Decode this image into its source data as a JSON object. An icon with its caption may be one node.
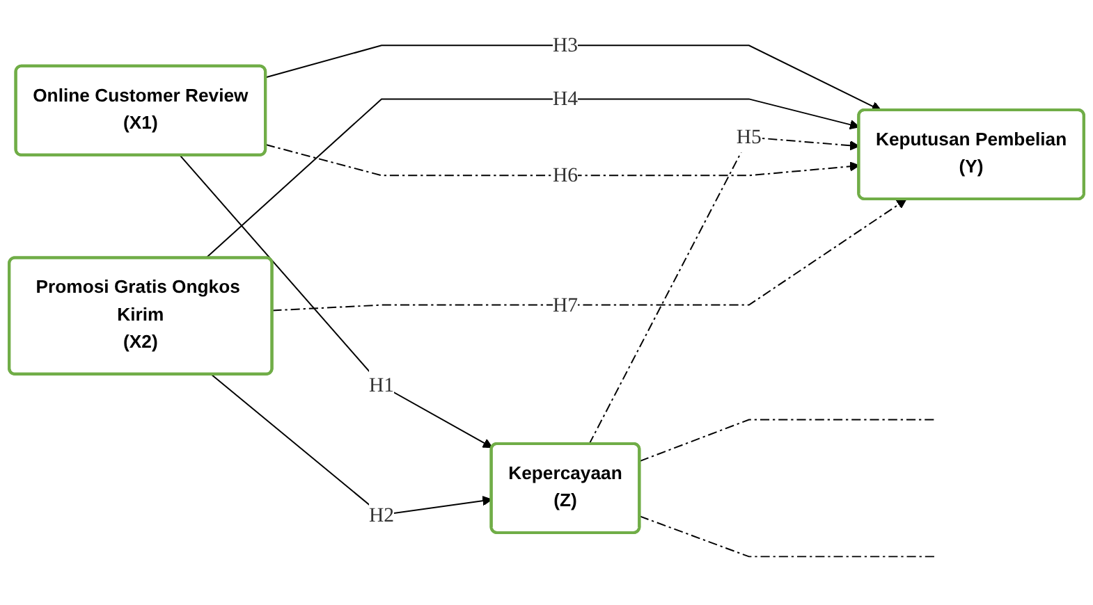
{
  "diagram": {
    "nodes": [
      {
        "text": [
          "Online Customer Review",
          "(X1)"
        ]
      },
      {
        "text": [
          "Kepercayaan",
          "(Z)"
        ]
      },
      {
        "text": [
          "Promosi Gratis Ongkos Kirim",
          "(X2)"
        ]
      },
      {
        "text": [
          "Keputusan Pembelian",
          "(Y)"
        ]
      }
    ],
    "edges": [
      {
        "from": 0,
        "to": 1,
        "arrow": "to",
        "label": "H1"
      },
      {
        "from": 2,
        "to": 1,
        "arrow": "to",
        "label": "H2"
      },
      {
        "from": 0,
        "to": 3,
        "arrow": "to",
        "label": "H3"
      },
      {
        "from": 2,
        "to": 3,
        "arrow": "to",
        "label": "H4"
      },
      {
        "from": 1,
        "to": 3,
        "arrow": "to",
        "label": "H5",
        "style": "dashed"
      },
      {
        "from": 0,
        "to": 3,
        "arrow": "to",
        "label": "H6",
        "style": "dashed"
      },
      {
        "from": 2,
        "to": 3,
        "arrow": "to",
        "label": "H7",
        "style": "dashed"
      },
      {
        "from": 1,
        "to": null,
        "arrow": "none",
        "style": "dashed"
      },
      {
        "from": 1,
        "to": null,
        "arrow": "none",
        "style": "dashed"
      }
    ]
  }
}
